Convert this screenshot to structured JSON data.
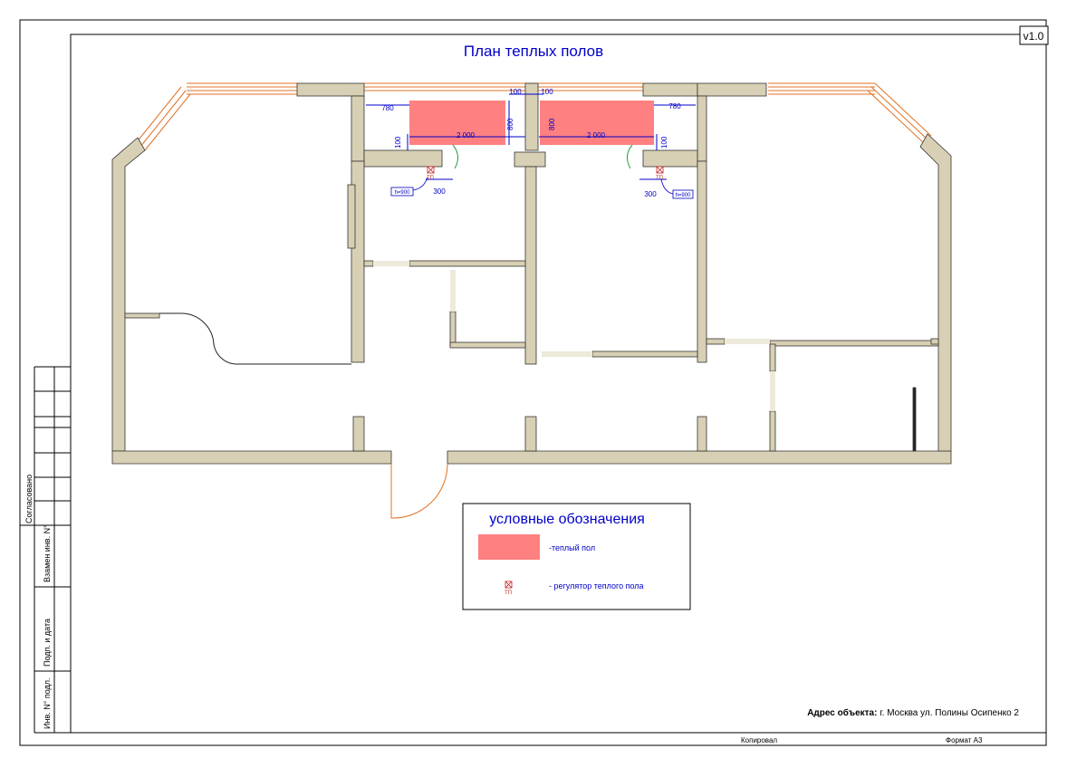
{
  "sheet": {
    "version": "v1.0",
    "title": "План теплых полов",
    "stamp_left": [
      "Согласовано",
      "Взамен инв. N°",
      "Подп. и дата",
      "Инв. N° подл."
    ],
    "address_label": "Адрес объекта:",
    "address_value": " г. Москва ул. Полины Осипенко 2",
    "copied_label": "Копировал",
    "format_label": "Формат А3"
  },
  "dimensions": {
    "left_heat": {
      "width": "2 000",
      "height": "800",
      "offset_wall": "780",
      "offset_side": "100",
      "offset_bottom": "100",
      "reg_offset": "300",
      "reg_height": "h=900"
    },
    "right_heat": {
      "width": "2 000",
      "height": "800",
      "offset_wall": "780",
      "offset_side": "100",
      "offset_bottom": "100",
      "reg_offset": "300",
      "reg_height": "h=900"
    }
  },
  "legend": {
    "title": "условные обозначения",
    "items": [
      {
        "symbol": "heated-floor",
        "label": "-теплый пол"
      },
      {
        "symbol": "regulator",
        "symbol_text": "ТП",
        "label": "- регулятор теплого пола"
      }
    ]
  },
  "colors": {
    "wall": "#d8d0b4",
    "wall_edge": "#333333",
    "heated_floor": "#ff8080",
    "dimension": "#0000c8",
    "window": "#e07020",
    "regulator": "#c02020",
    "pipe": "#20a040"
  }
}
